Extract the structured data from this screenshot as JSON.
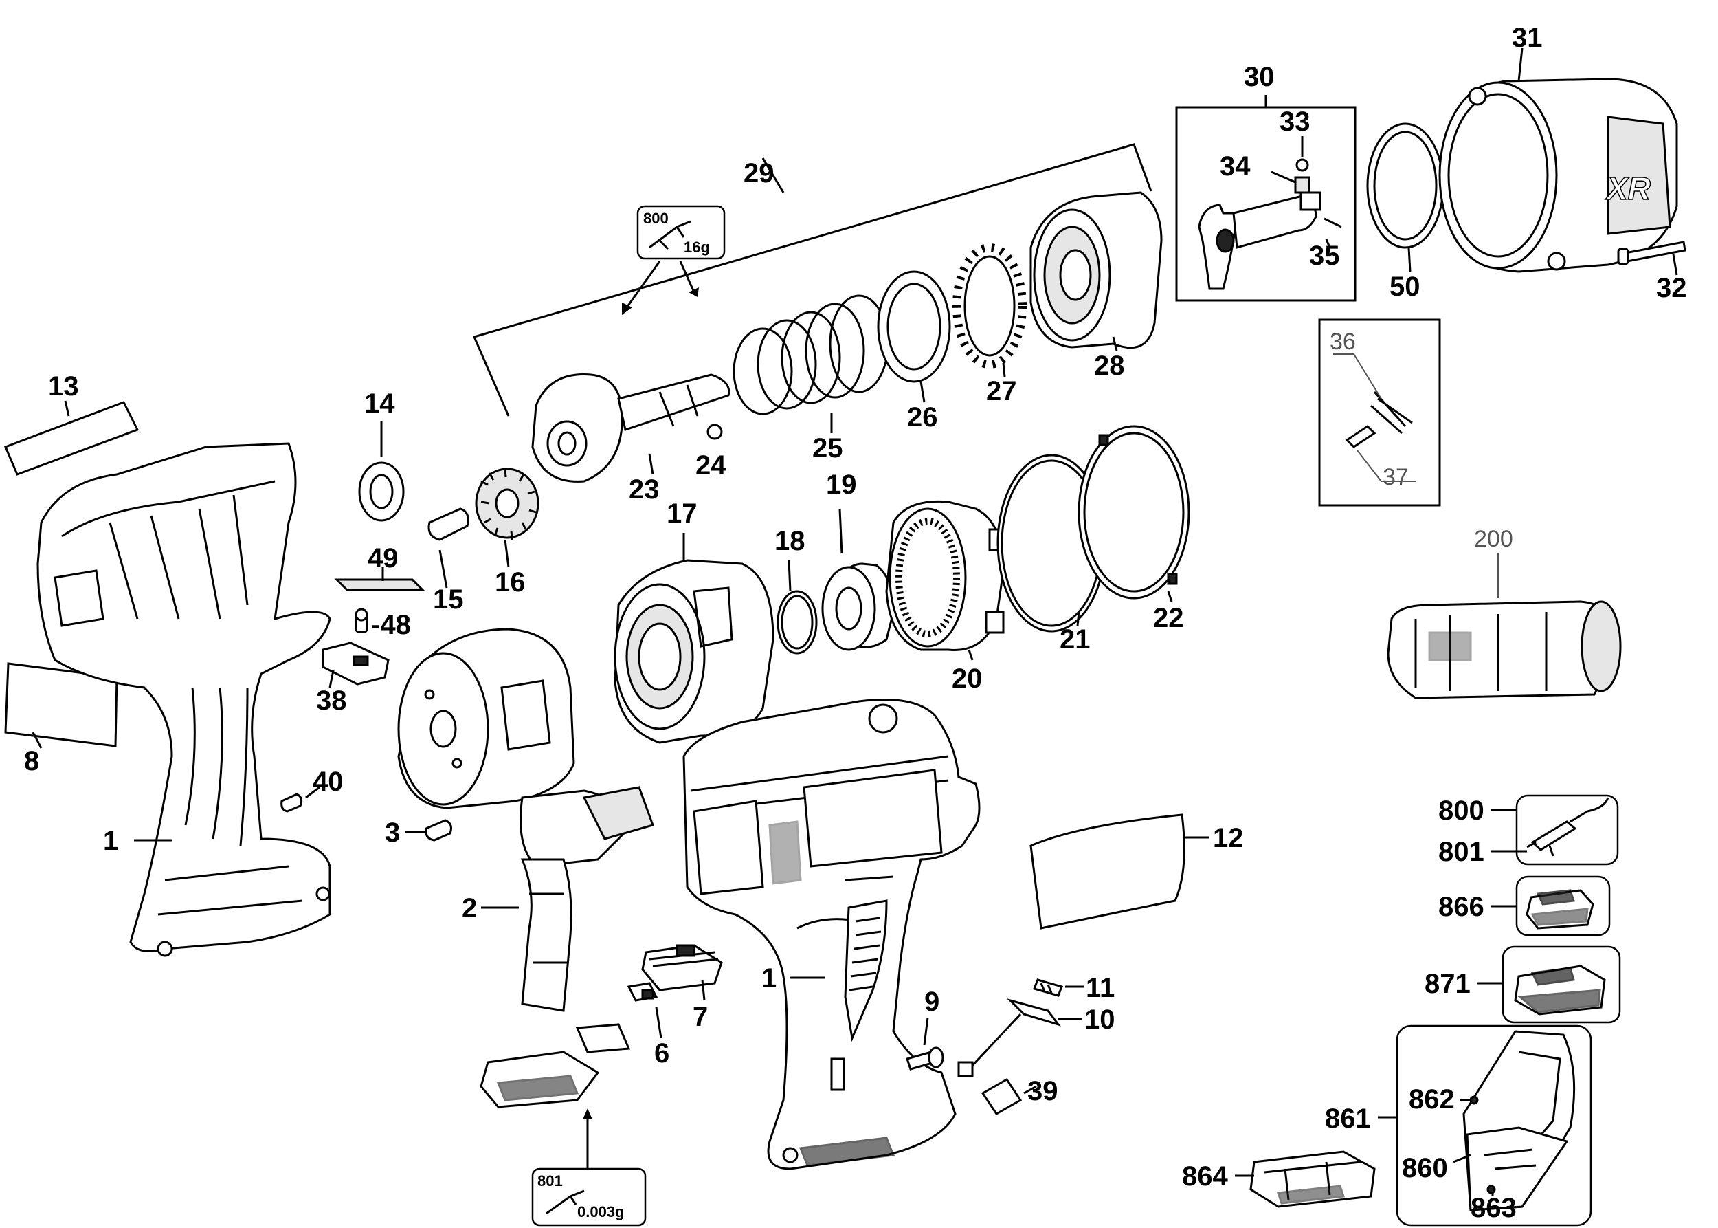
{
  "callouts": {
    "c1a": "1",
    "c1b": "1",
    "c2": "2",
    "c3": "3",
    "c6": "6",
    "c7": "7",
    "c8": "8",
    "c9": "9",
    "c10": "10",
    "c11": "11",
    "c12": "12",
    "c13": "13",
    "c14": "14",
    "c15": "15",
    "c16": "16",
    "c17": "17",
    "c18": "18",
    "c19": "19",
    "c20": "20",
    "c21": "21",
    "c22": "22",
    "c23": "23",
    "c24": "24",
    "c25": "25",
    "c26": "26",
    "c27": "27",
    "c28": "28",
    "c29": "29",
    "c30": "30",
    "c31": "31",
    "c32": "32",
    "c33": "33",
    "c34": "34",
    "c35": "35",
    "c36": "36",
    "c37": "37",
    "c38": "38",
    "c39": "39",
    "c40": "40",
    "c48": "-48",
    "c49": "49",
    "c50": "50",
    "c200": "200",
    "c800": "800",
    "c801": "801",
    "c860": "860",
    "c861": "861",
    "c862": "862",
    "c863": "863",
    "c864": "864",
    "c866": "866",
    "c871": "871"
  },
  "grease_top": {
    "part": "800",
    "amount": "16g"
  },
  "grease_bottom": {
    "part": "801",
    "amount": "0.003g"
  },
  "housing_badge": "XR",
  "icons": [
    "grease-gun-icon",
    "battery-pack-icon",
    "charger-icon",
    "kit-box-icon",
    "pin-set-icon"
  ]
}
